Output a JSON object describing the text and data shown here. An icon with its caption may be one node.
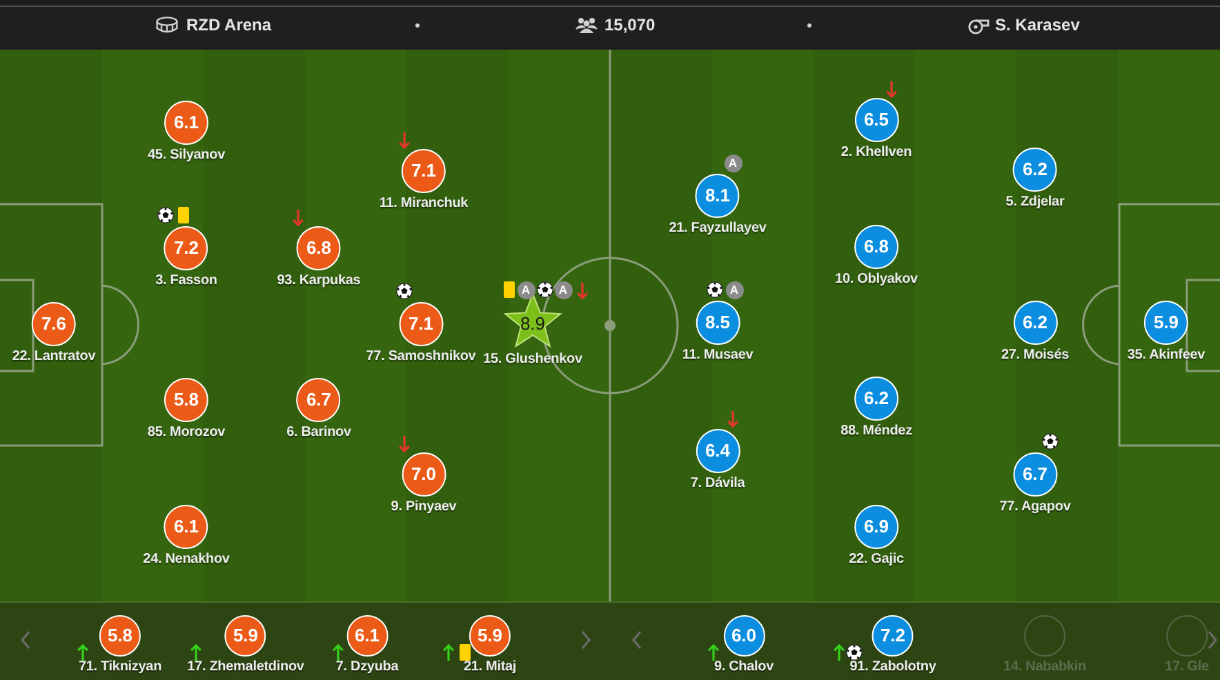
{
  "diagram": {
    "nodes": [
      {
        "text": [
          "7.6"
        ],
        "beside": [
          "22. Lantratov"
        ]
      },
      {
        "text": [
          "6.1"
        ],
        "beside": [
          "45. Silyanov"
        ]
      },
      {
        "text": [
          "7.2"
        ],
        "beside": [
          "3. Fasson"
        ]
      },
      {
        "text": [
          "5.8"
        ],
        "beside": [
          "85. Morozov"
        ]
      },
      {
        "text": [
          "6.1"
        ],
        "beside": [
          "24. Nenakhov"
        ]
      },
      {
        "text": [
          "6.8"
        ],
        "beside": [
          "93. Karpukas"
        ]
      },
      {
        "text": [
          "6.7"
        ],
        "beside": [
          "6. Barinov"
        ]
      },
      {
        "text": [
          "7.1"
        ],
        "beside": [
          "11. Miranchuk"
        ]
      },
      {
        "text": [
          "7.1"
        ],
        "beside": [
          "77. Samoshnikov"
        ]
      },
      {
        "text": [
          "7.0"
        ],
        "beside": [
          "9. Pinyaev"
        ]
      },
      {
        "text": [
          "8.9"
        ],
        "beside": [
          "A",
          "A",
          "15. Glushenkov"
        ]
      },
      {
        "text": [
          "8.1"
        ],
        "beside": [
          "A",
          "21. Fayzullayev"
        ]
      },
      {
        "text": [
          "8.5"
        ],
        "beside": [
          "A",
          "11. Musaev"
        ]
      },
      {
        "text": [
          "6.4"
        ],
        "beside": [
          "7. Dávila"
        ]
      },
      {
        "text": [
          "6.5"
        ],
        "beside": [
          "2. Khellven"
        ]
      },
      {
        "text": [
          "6.8"
        ],
        "beside": [
          "10. Oblyakov"
        ]
      },
      {
        "text": [
          "6.2"
        ],
        "beside": [
          "88. Méndez"
        ]
      },
      {
        "text": [
          "6.9"
        ],
        "beside": [
          "22. Gajic"
        ]
      },
      {
        "text": [
          "6.2"
        ],
        "beside": [
          "5. Zdjelar"
        ]
      },
      {
        "text": [
          "6.2"
        ],
        "beside": [
          "27. Moisés"
        ]
      },
      {
        "text": [
          "6.7"
        ],
        "beside": [
          "77. Agapov"
        ]
      },
      {
        "text": [
          "5.9"
        ],
        "beside": [
          "35. Akinfeev"
        ]
      },
      {
        "text": [
          "5.8"
        ],
        "beside": [
          "71. Tiknizyan"
        ]
      },
      {
        "text": [
          "5.9"
        ],
        "beside": [
          "17. Zhemaletdinov"
        ]
      },
      {
        "text": [
          "6.1"
        ],
        "beside": [
          "7. Dzyuba"
        ]
      },
      {
        "text": [
          "5.9"
        ],
        "beside": [
          "21. Mitaj"
        ]
      },
      {
        "text": [
          "6.0"
        ],
        "beside": [
          "9. Chalov"
        ]
      },
      {
        "text": [
          "7.2"
        ],
        "beside": [
          "91. Zabolotny"
        ]
      },
      {
        "text": [],
        "shape": "circle",
        "beside": [
          "14. Nababkin"
        ]
      },
      {
        "text": [],
        "shape": "circle",
        "beside": [
          "17. Gle"
        ]
      }
    ],
    "labels": [
      "RZD Arena",
      "15,070",
      "S. Karasev"
    ]
  }
}
